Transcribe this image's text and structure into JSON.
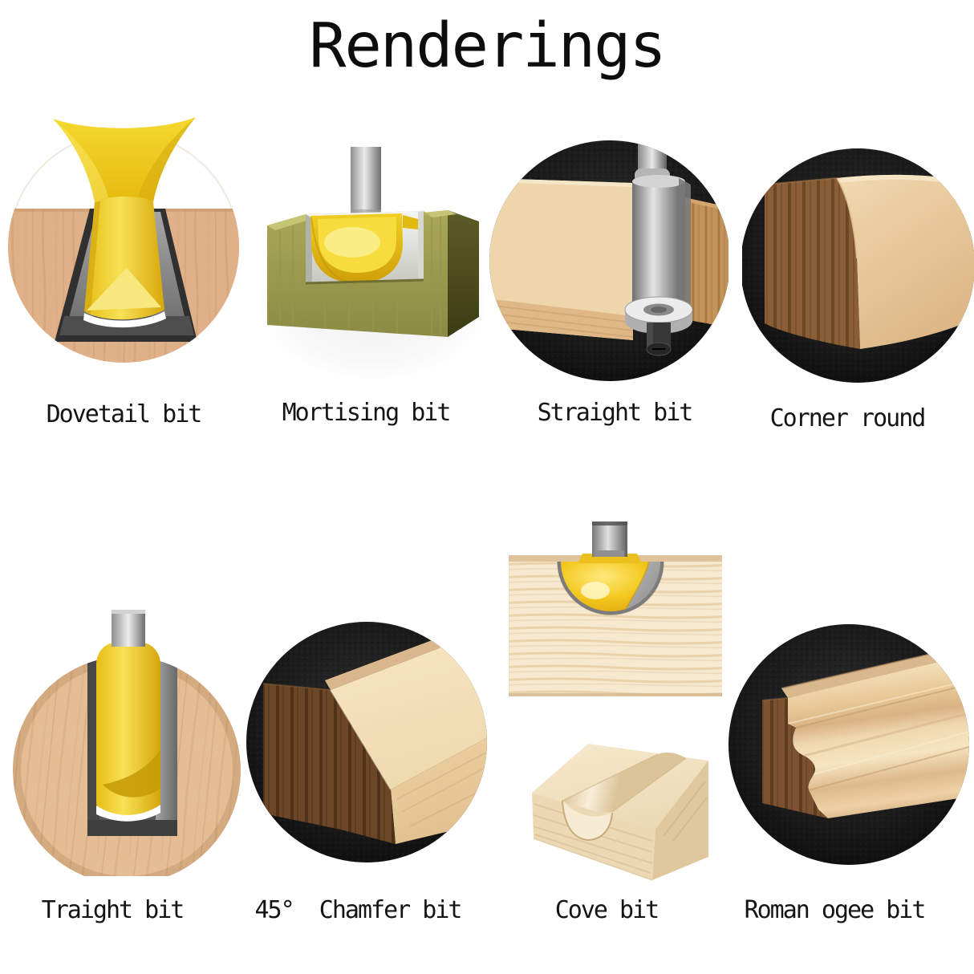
{
  "title": "Renderings",
  "panels": [
    {
      "label": "Dovetail bit",
      "image": "dovetail-bit-cutting-dovetail-slot-in-wood"
    },
    {
      "label": "Mortising bit",
      "image": "mortising-bit-cutting-channel-in-olive-wood-block"
    },
    {
      "label": "Straight bit",
      "image": "flush-trim-straight-bit-with-bearing-on-board-edge"
    },
    {
      "label": "Corner round",
      "image": "board-edge-with-rounded-over-corner"
    },
    {
      "label": "Traight bit",
      "image": "straight-bit-cutting-groove-in-round-wood"
    },
    {
      "label": "45°  Chamfer bit",
      "image": "board-edge-with-45-degree-chamfer"
    },
    {
      "label": "Cove bit",
      "image": "round-nose-bit-and-wood-block-with-cove-channel"
    },
    {
      "label": "Roman ogee bit",
      "image": "molding-with-roman-ogee-profile"
    }
  ],
  "colors": {
    "background": "#ffffff",
    "text": "#111111",
    "bit_yellow": "#f2cf22",
    "steel_gray": "#c8c8c8",
    "wood_light": "#eed5ab",
    "wood_tan": "#dfb28a",
    "wood_dark_endgrain": "#7a5130",
    "olive_wood": "#a2a158",
    "panel_black": "#141414"
  }
}
